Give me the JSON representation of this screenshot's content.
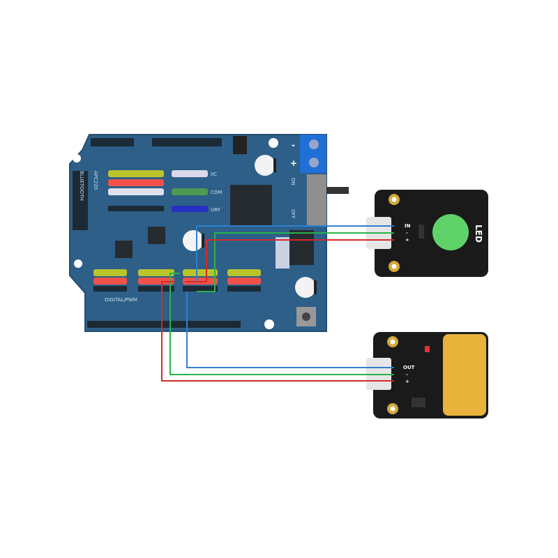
{
  "board": {
    "name": "APC220",
    "bluetooth_label": "BLUETOOTH",
    "digital_label": "DIGITAL/PWM",
    "iic_label": "IIC",
    "com_label": "COM",
    "urf_label": "URF",
    "power_minus": "-",
    "power_plus": "+",
    "switch_on": "ON",
    "switch_off": "OFF",
    "color": "#2d5f88"
  },
  "led_module": {
    "label": "LED",
    "pins": [
      "IN",
      "-",
      "+"
    ],
    "led_color": "#5fd36a"
  },
  "touch_module": {
    "pins": [
      "OUT",
      "-",
      "+"
    ],
    "pad_color": "#e8b33a"
  },
  "wires": {
    "signal_color": "#2f7fd0",
    "ground_color": "#29b34a",
    "power_color": "#d42a2a"
  }
}
